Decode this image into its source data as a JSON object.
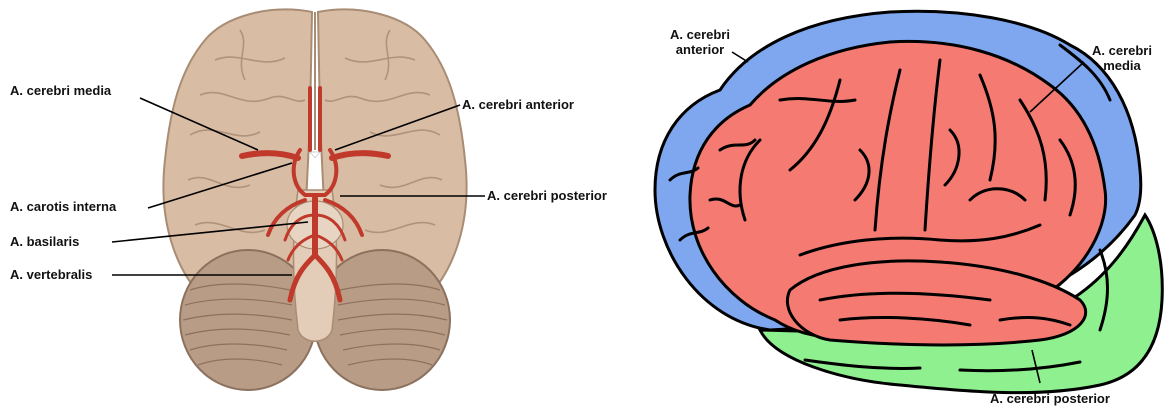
{
  "left_diagram": {
    "labels": {
      "cerebri_media": "A. cerebri media",
      "carotis_interna": "A. carotis interna",
      "basilaris": "A. basilaris",
      "vertebralis": "A. vertebralis",
      "cerebri_anterior": "A. cerebri anterior",
      "cerebri_posterior": "A. cerebri posterior"
    }
  },
  "right_diagram": {
    "labels": {
      "cerebri_anterior_line1": "A. cerebri",
      "cerebri_anterior_line2": "anterior",
      "cerebri_media_line1": "A. cerebri",
      "cerebri_media_line2": "media",
      "cerebri_posterior": "A. cerebri posterior"
    },
    "territory_colors": {
      "anterior": "#7ea7f0",
      "media": "#f47a72",
      "posterior": "#8ff08f"
    }
  },
  "colors": {
    "brain_tissue": "#d9bca4",
    "brain_outline": "#a88c74",
    "artery": "#c0392b",
    "cerebellum": "#b89c86"
  }
}
